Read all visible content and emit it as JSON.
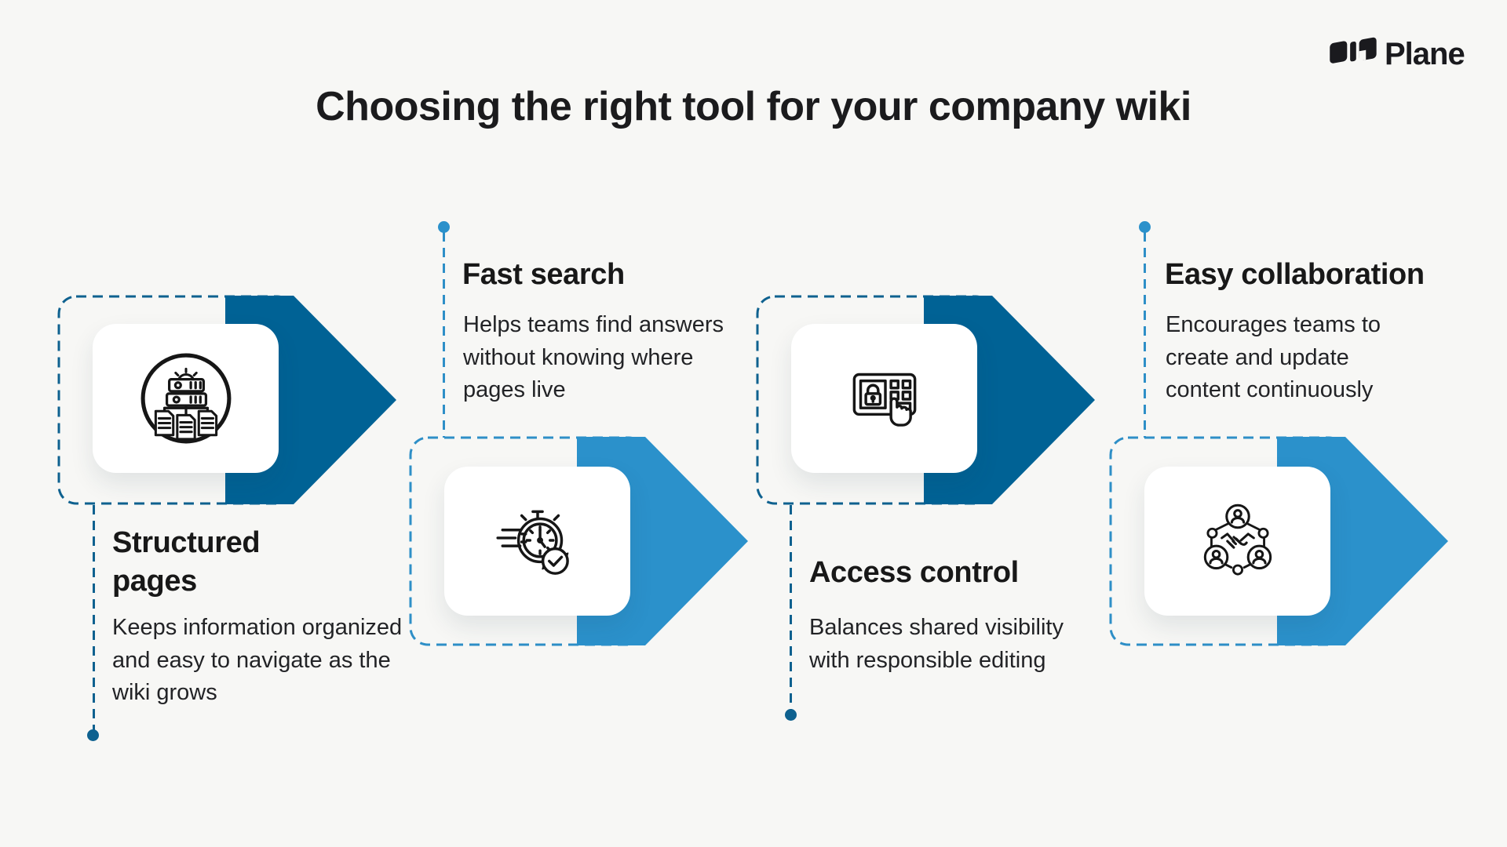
{
  "page": {
    "title": "Choosing the right tool for your company wiki",
    "background_color": "#f7f7f5"
  },
  "logo": {
    "text": "Plane",
    "icon": "plane-logo-icon",
    "color": "#1a1a1e"
  },
  "colors": {
    "dark_blue": "#006295",
    "dark_blue_dash": "#0e618f",
    "light_blue": "#2b91cb",
    "light_blue_dash": "#2e8fc7",
    "text_dark": "#1b1b1d"
  },
  "cards": [
    {
      "title": "Structured pages",
      "description": "Keeps information organized and easy to navigate as the wiki grows",
      "icon": "structured-pages-icon",
      "theme": "dark",
      "accent": "#006295",
      "dash": "#0e618f"
    },
    {
      "title": "Fast search",
      "description": "Helps teams find answers without knowing where pages live",
      "icon": "stopwatch-icon",
      "theme": "light",
      "accent": "#2b91cb",
      "dash": "#2e8fc7"
    },
    {
      "title": "Access control",
      "description": "Balances shared visibility with responsible editing",
      "icon": "keypad-lock-icon",
      "theme": "dark",
      "accent": "#006295",
      "dash": "#0e618f"
    },
    {
      "title": "Easy collaboration",
      "description": "Encourages teams to create and update content continuously",
      "icon": "collaboration-network-icon",
      "theme": "light",
      "accent": "#2b91cb",
      "dash": "#2e8fc7"
    }
  ]
}
